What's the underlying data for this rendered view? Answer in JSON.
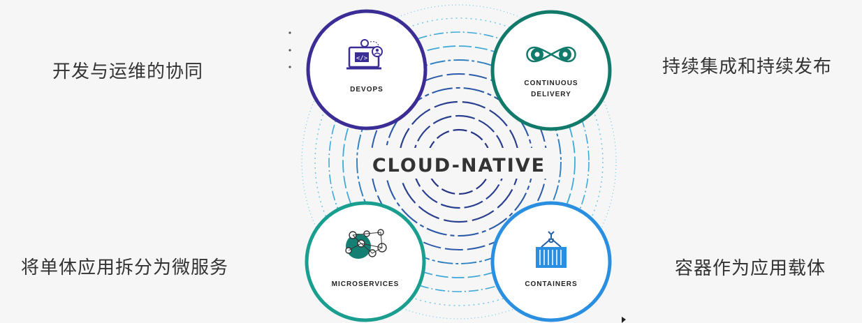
{
  "center_title": "CLOUD-NATIVE",
  "pillars": [
    {
      "key": "devops",
      "title_lines": [
        "DEVOPS"
      ],
      "ring_color": "#3b2d96",
      "icon": "devops-laptop-icon"
    },
    {
      "key": "cd",
      "title_lines": [
        "CONTINUOUS",
        "DELIVERY"
      ],
      "ring_color": "#127a6b",
      "icon": "continuous-delivery-gears-icon"
    },
    {
      "key": "micro",
      "title_lines": [
        "MICROSERVICES"
      ],
      "ring_color": "#1a9e8f",
      "icon": "microservices-nodes-icon"
    },
    {
      "key": "containers",
      "title_lines": [
        "CONTAINERS"
      ],
      "ring_color": "#2a8fe0",
      "icon": "container-crane-icon"
    }
  ],
  "side_labels": {
    "top_left": "开发与运维的协同",
    "top_right": "持续集成和持续发布",
    "bottom_left": "将单体应用拆分为微服务",
    "bottom_right": "容器作为应用载体"
  },
  "colors": {
    "background": "#f6f6f6",
    "ring_palette": [
      "#6fc7e8",
      "#41a9d8",
      "#2e7fbf",
      "#2c5aa8",
      "#2a3f8f",
      "#283585"
    ]
  }
}
